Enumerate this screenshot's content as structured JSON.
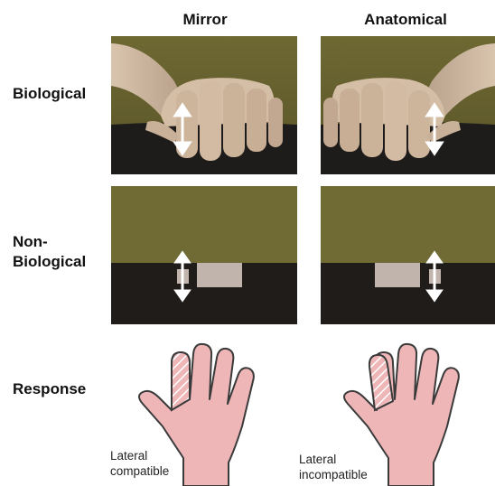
{
  "columns": {
    "mirror": "Mirror",
    "anatomical": "Anatomical"
  },
  "rows": {
    "biological": "Biological",
    "non_biological_line1": "Non-",
    "non_biological_line2": "Biological",
    "response": "Response"
  },
  "captions": {
    "left_line1": "Lateral",
    "left_line2": "compatible",
    "right_line1": "Lateral",
    "right_line2": "incompatible"
  },
  "colors": {
    "olive": "#706b34",
    "dark": "#1f1c1a",
    "rect": "#c0b4ad",
    "skin": "#efb6b8",
    "outline": "#3a3a3a"
  }
}
